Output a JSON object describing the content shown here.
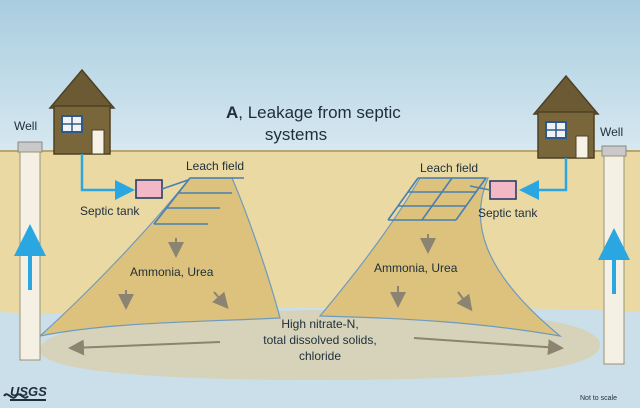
{
  "diagram": {
    "title_letter": "A",
    "title_line1": ", Leakage from septic",
    "title_line2": "systems",
    "labels": {
      "well_left": "Well",
      "well_right": "Well",
      "leach_left": "Leach field",
      "leach_right": "Leach field",
      "septic_left": "Septic tank",
      "septic_right": "Septic tank",
      "plume_left": "Ammonia, Urea",
      "plume_right": "Ammonia, Urea",
      "gw_line1": "High nitrate-N,",
      "gw_line2": "total dissolved solids,",
      "gw_line3": "chloride",
      "scale_note": "Not to scale"
    },
    "logo_text": "USGS",
    "colors": {
      "sky": "#c4dbe8",
      "ground": "#e7d9a8",
      "plume": "#dcc27c",
      "water": "#c9dde8",
      "house": "#6b5a34",
      "flow_arrow": "#2aa7e0",
      "pipe": "#4a90c8",
      "tank": "#f2b8c6"
    }
  }
}
